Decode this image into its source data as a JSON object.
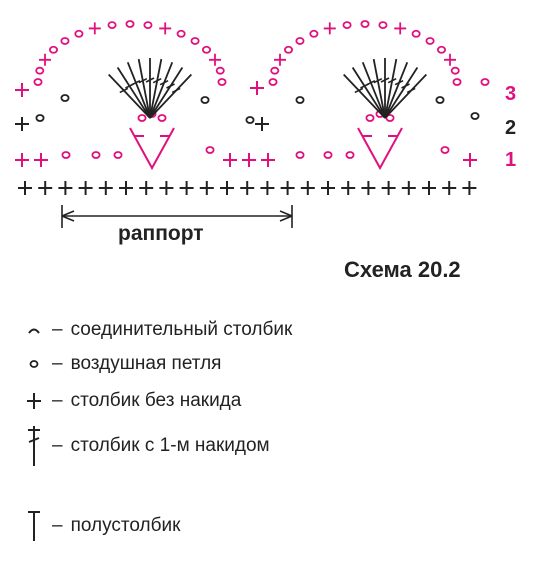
{
  "colors": {
    "pink": "#e0117f",
    "dark": "#222222"
  },
  "rows": [
    {
      "number": "3",
      "color": "#e0117f"
    },
    {
      "number": "2",
      "color": "#222222"
    },
    {
      "number": "1",
      "color": "#e0117f"
    }
  ],
  "rapport_label": "раппорт",
  "scheme_title": "Схема 20.2",
  "legend": [
    {
      "icon": "slip-stitch-icon",
      "dash": "–",
      "text": "соединительный столбик"
    },
    {
      "icon": "chain-stitch-icon",
      "dash": "–",
      "text": "воздушная петля"
    },
    {
      "icon": "single-crochet-icon",
      "dash": "–",
      "text": "столбик без накида"
    },
    {
      "icon": "double-crochet-icon",
      "dash": "–",
      "text": "столбик с 1-м накидом"
    },
    {
      "icon": "half-double-crochet-icon",
      "dash": "–",
      "text": "полустолбик"
    }
  ]
}
